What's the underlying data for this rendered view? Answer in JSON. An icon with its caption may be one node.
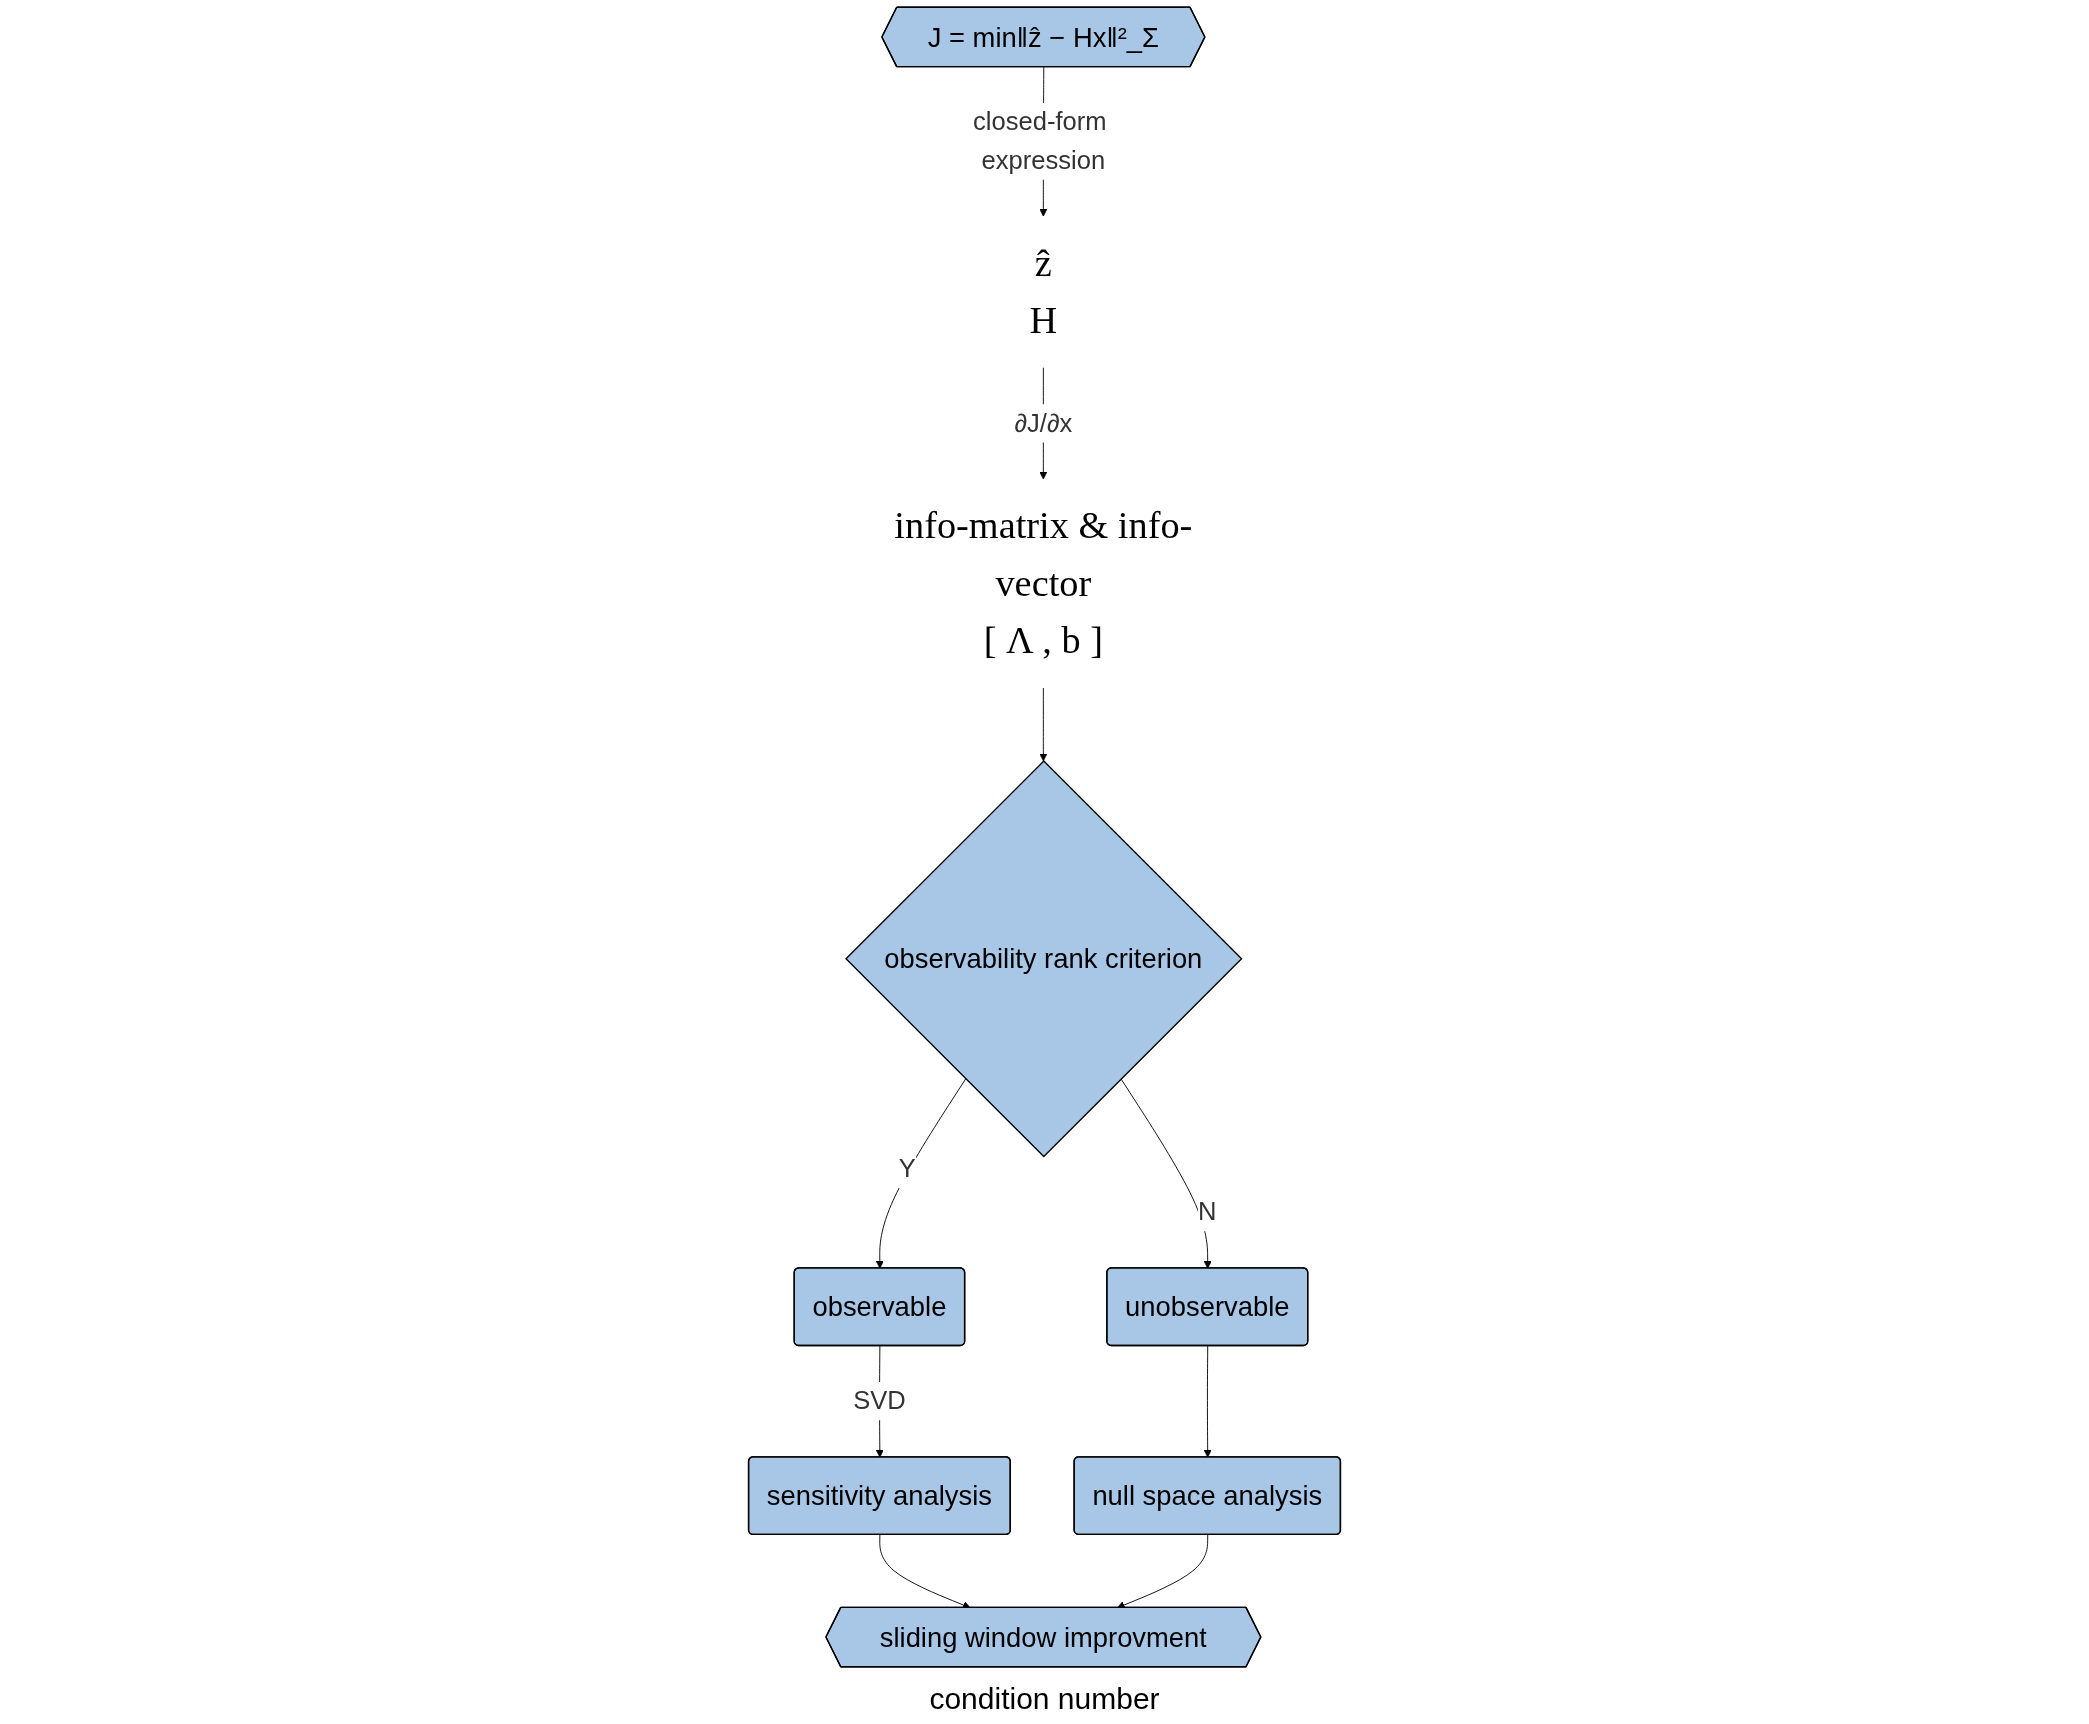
{
  "diagram": {
    "nodes": [
      {
        "text": [
          "J = min‖ẑ − Hx‖²_Σ"
        ]
      },
      {
        "text": [
          "ẑ",
          "H"
        ]
      },
      {
        "text": [
          "[ Λ , b ]"
        ],
        "beside": [
          "info-matrix & info-vector"
        ]
      },
      {
        "text": [
          "observability rank criterion"
        ]
      },
      {
        "text": [
          "observable"
        ]
      },
      {
        "text": [
          "sensitivity analysis"
        ]
      },
      {
        "text": [
          "sliding window improvment"
        ]
      },
      {
        "text": [
          "unobservable"
        ]
      },
      {
        "text": [
          "null space analysis"
        ]
      }
    ],
    "edges": [
      {
        "from": 0,
        "to": 1,
        "arrow": "to",
        "label": "closed-form expression"
      },
      {
        "from": 1,
        "to": 2,
        "arrow": "to",
        "label": "∂J/∂x"
      },
      {
        "from": 2,
        "to": 3,
        "arrow": "to"
      },
      {
        "from": 3,
        "to": 4,
        "arrow": "to",
        "label": "Y"
      },
      {
        "from": 4,
        "to": 5,
        "arrow": "to",
        "label": "SVD"
      },
      {
        "from": 3,
        "to": 7,
        "arrow": "to",
        "label": "N"
      },
      {
        "from": 5,
        "to": 6,
        "arrow": "to"
      },
      {
        "from": 7,
        "to": 8,
        "arrow": "to"
      },
      {
        "from": 8,
        "to": 6,
        "arrow": "to"
      }
    ],
    "labels": [
      "condition number"
    ]
  }
}
